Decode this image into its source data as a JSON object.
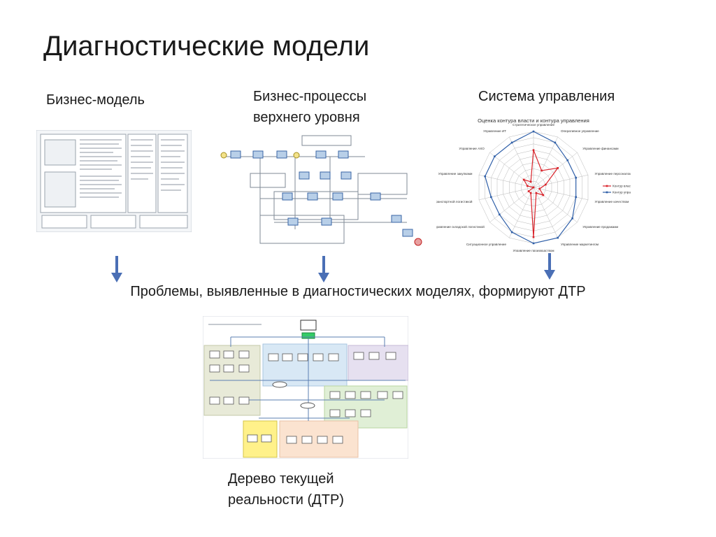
{
  "slide": {
    "title": "Диагностические модели",
    "col1_label": "Бизнес-модель",
    "col2_label_line1": "Бизнес-процессы",
    "col2_label_line2": "верхнего уровня",
    "col3_label": "Система управления",
    "statement": "Проблемы, выявленные в диагностических моделях, формируют ДТР",
    "caption_line1": "Дерево текущей",
    "caption_line2": "реальности (ДТР)"
  },
  "radar": {
    "title": "Оценка  контура власти и контура управления",
    "axes": [
      "Стратегическое управление",
      "Оперативное управление",
      "Управление финансами",
      "Управление персоналом",
      "Управление качеством",
      "Управление продажами",
      "Управление маркетингом",
      "Управление производством",
      "Ситуационное управление",
      "Управление складской логистикой",
      "Управление транспортной логистикой",
      "Управление закупками",
      "Управление АХО",
      "Управление ИТ"
    ],
    "legend": [
      "Контур власти",
      "Контур управления"
    ],
    "colors": {
      "power": "#d9232a",
      "mgmt": "#2f5fa8",
      "arrow": "#4a6fb5"
    },
    "power_values": [
      6,
      3,
      5,
      2,
      1,
      2,
      1,
      8,
      1,
      1,
      0,
      1,
      2,
      1
    ],
    "mgmt_values": [
      9,
      8,
      7,
      7,
      7,
      8,
      9,
      9,
      8,
      7,
      7,
      8,
      8,
      8
    ]
  }
}
